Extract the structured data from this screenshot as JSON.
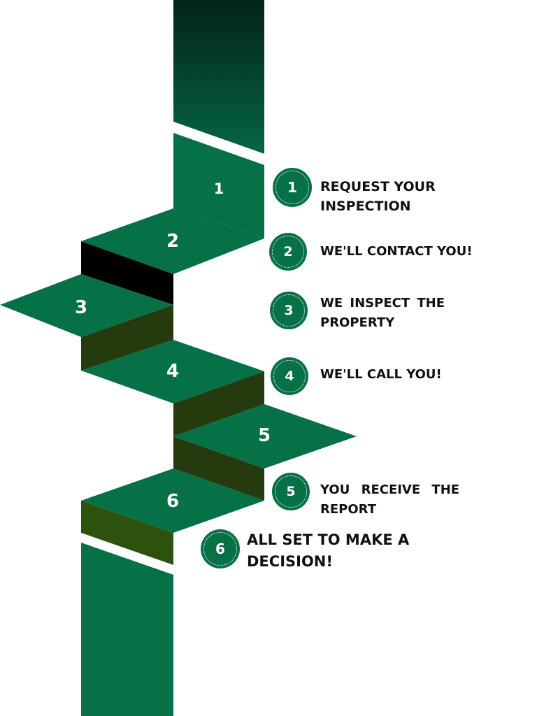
{
  "colors": {
    "step_top": "#067047",
    "riser_black": "#000000",
    "riser_olive": "#253a0d",
    "riser_olive_light": "#2c520d",
    "pillar_dark_top": "#03281d",
    "badge_fill": "#067047",
    "text": "#111111"
  },
  "stairs": {
    "numbers": [
      "1",
      "2",
      "3",
      "4",
      "5",
      "6"
    ]
  },
  "steps": [
    {
      "number": "1",
      "label": "REQUEST YOUR INSPECTION"
    },
    {
      "number": "2",
      "label": "WE'LL CONTACT YOU!"
    },
    {
      "number": "3",
      "label": "WE INSPECT THE PROPERTY"
    },
    {
      "number": "4",
      "label": "WE'LL CALL YOU!"
    },
    {
      "number": "5",
      "label": "YOU RECEIVE THE REPORT"
    },
    {
      "number": "6",
      "label": "ALL SET TO MAKE A DECISION!"
    }
  ]
}
